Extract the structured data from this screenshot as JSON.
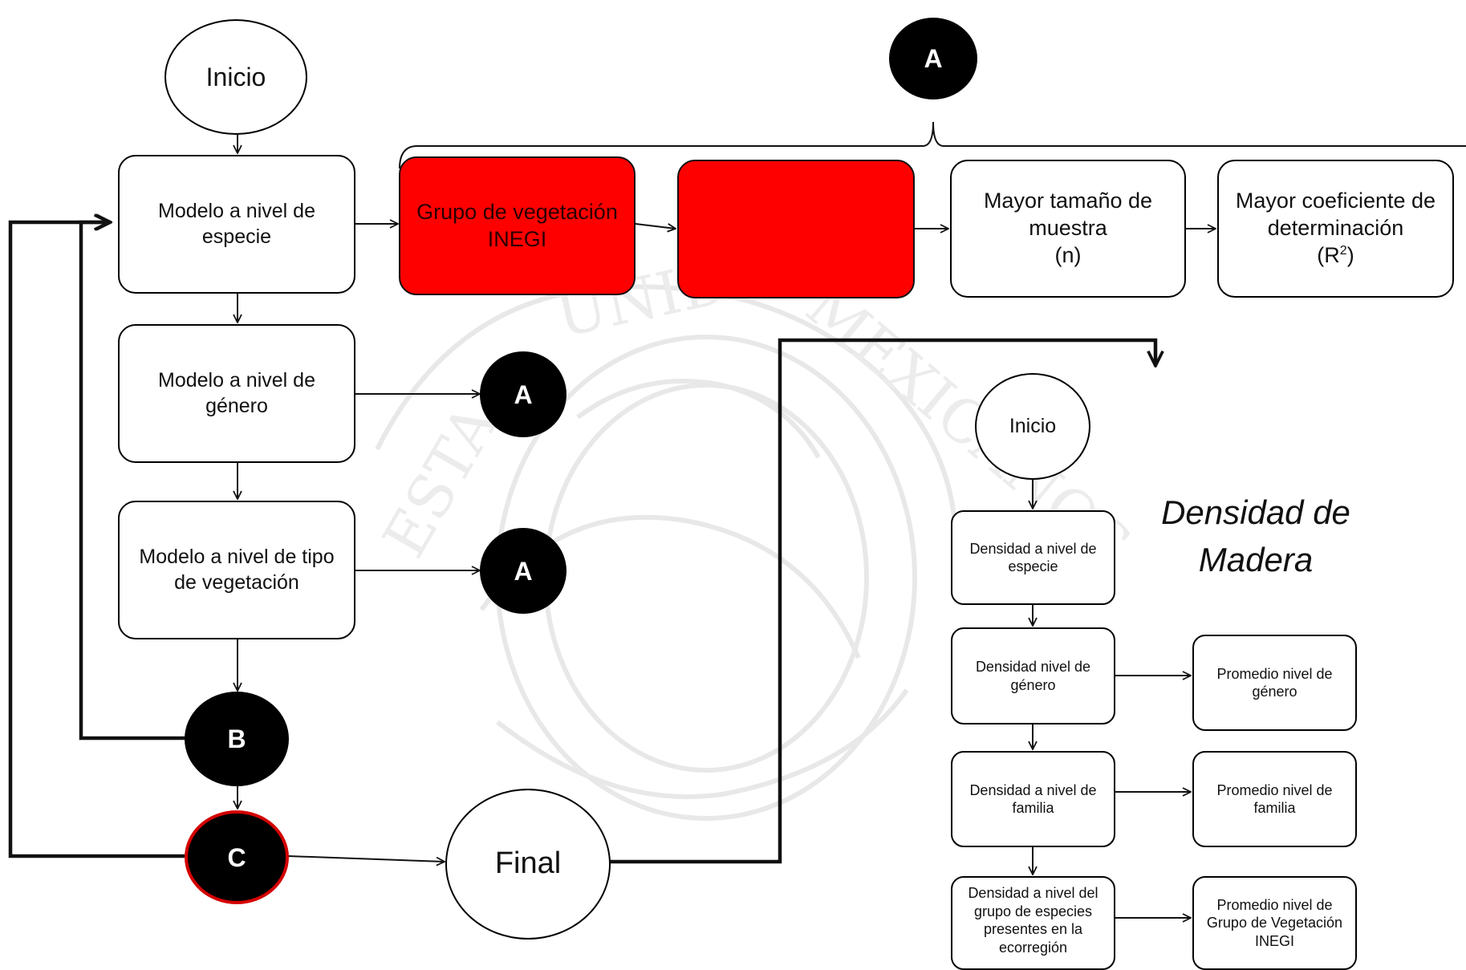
{
  "main_flow": {
    "inicio": "Inicio",
    "modelo_especie": "Modelo a nivel de especie",
    "modelo_genero": "Modelo a nivel de género",
    "modelo_tipo_vegetacion": "Modelo a nivel de tipo de vegetación",
    "connector_b": "B",
    "connector_c": "C",
    "final": "Final"
  },
  "criteria": {
    "connector_a": "A",
    "grupo_vegetacion": "Grupo de vegetación INEGI",
    "blank_box": "",
    "mayor_muestra_line1": "Mayor tamaño de muestra",
    "mayor_muestra_line2": "(n)",
    "mayor_coef_line1": "Mayor coeficiente de determinación",
    "mayor_coef_r": "(R",
    "mayor_coef_sup": "2",
    "mayor_coef_close": ")"
  },
  "side_connectors": {
    "a_genero": "A",
    "a_tipo": "A"
  },
  "densidad": {
    "title_line1": "Densidad de",
    "title_line2": "Madera",
    "inicio": "Inicio",
    "especie": "Densidad a nivel de especie",
    "genero": "Densidad nivel de género",
    "familia": "Densidad a nivel de familia",
    "grupo": "Densidad a nivel del grupo de especies presentes en la ecorregión",
    "prom_genero": "Promedio nivel de género",
    "prom_familia": "Promedio nivel de familia",
    "prom_grupo": "Promedio nivel de Grupo de Vegetación INEGI"
  },
  "colors": {
    "highlight_fill": "#ff0000",
    "connector_fill": "#000000",
    "connector_c_ring": "#d40000",
    "watermark": "#e6e6e6"
  }
}
